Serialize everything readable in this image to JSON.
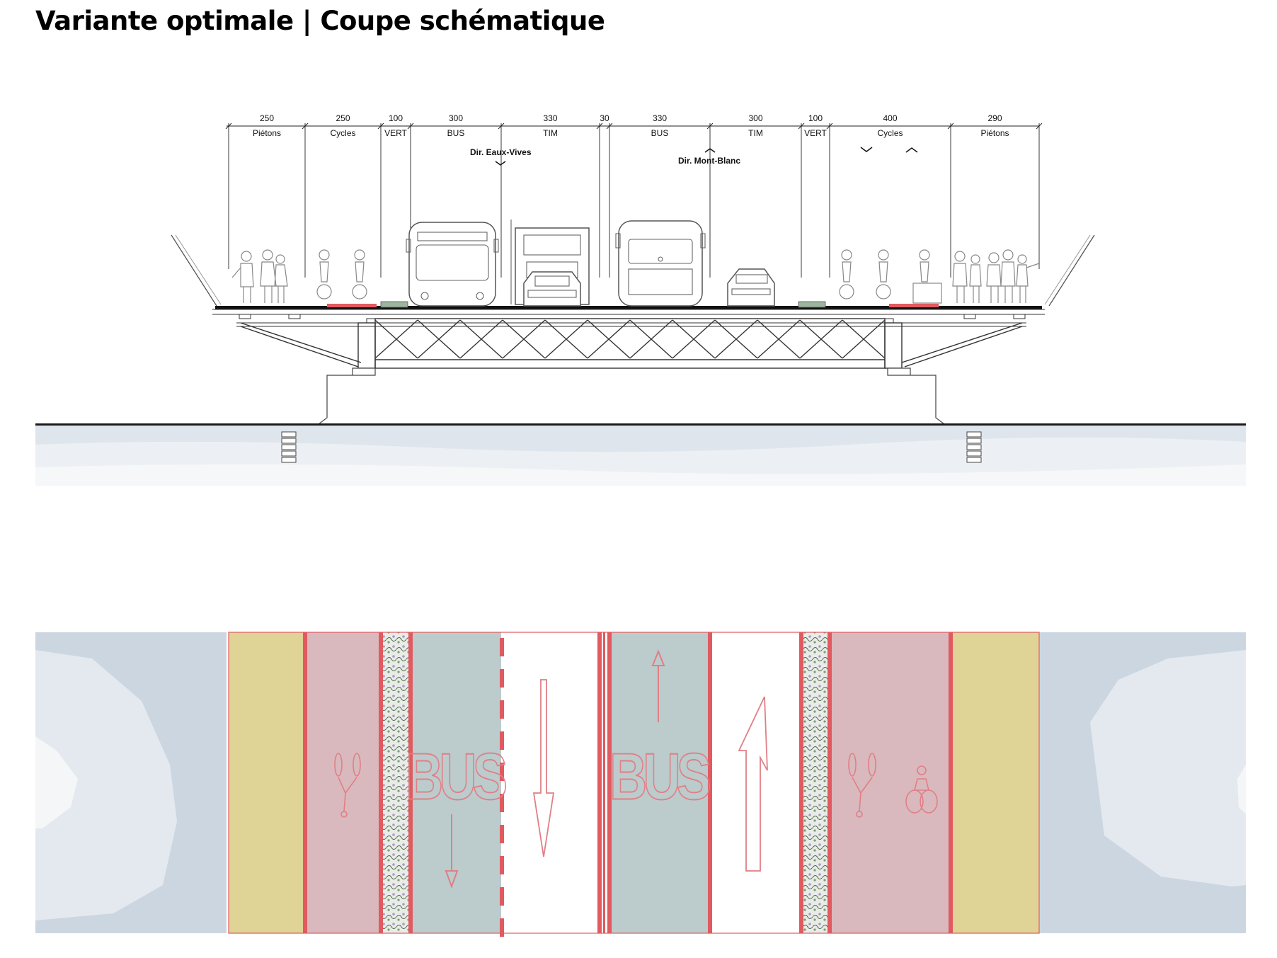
{
  "title": "Variante optimale | Coupe schématique",
  "lanes": [
    {
      "width": "250",
      "label": "Piétons"
    },
    {
      "width": "250",
      "label": "Cycles"
    },
    {
      "width": "100",
      "label": "VERT"
    },
    {
      "width": "300",
      "label": "BUS"
    },
    {
      "width": "330",
      "label": "TIM"
    },
    {
      "width": "30",
      "label": ""
    },
    {
      "width": "330",
      "label": "BUS"
    },
    {
      "width": "300",
      "label": "TIM"
    },
    {
      "width": "100",
      "label": "VERT"
    },
    {
      "width": "400",
      "label": "Cycles"
    },
    {
      "width": "290",
      "label": "Piétons"
    }
  ],
  "directions": {
    "left": "Dir. Eaux-Vives",
    "right": "Dir. Mont-Blanc"
  },
  "plan_markings": {
    "bus_left": "BUS",
    "bus_right": "BUS"
  },
  "colors": {
    "pedestrian": "#e0d396",
    "cycle": "#d9b9be",
    "bus": "#bccbcc",
    "road": "#ffffff",
    "edge_red": "#e05a60",
    "marking": "#e07f85",
    "water": "#ccd6e1",
    "green_strip": "#8aa88f"
  }
}
